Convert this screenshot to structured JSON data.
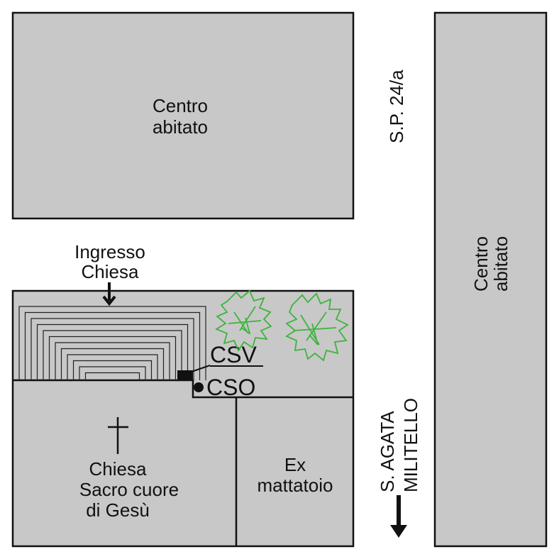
{
  "blocks": {
    "top_left": {
      "line1": "Centro",
      "line2": "abitato"
    },
    "right": {
      "line1": "Centro",
      "line2": "abitato"
    },
    "church": {
      "line1": "Chiesa",
      "line2": "Sacro cuore",
      "line3": "di Gesù"
    },
    "slaughterhouse": {
      "line1": "Ex",
      "line2": "mattatoio"
    }
  },
  "roads": {
    "sp": "S.P. 24/a",
    "direction_line1": "S. AGATA",
    "direction_line2": "MILITELLO"
  },
  "entrance": {
    "line1": "Ingresso",
    "line2": "Chiesa"
  },
  "stations": {
    "csv": "CSV",
    "cso": "CSO"
  },
  "colors": {
    "block_fill": "#c8c8c8",
    "outline": "#111111",
    "vegetation": "#3cb43c"
  },
  "icons": [
    "cross-icon",
    "tree-icon",
    "arrow-down-icon",
    "square-marker-icon",
    "dot-marker-icon"
  ]
}
